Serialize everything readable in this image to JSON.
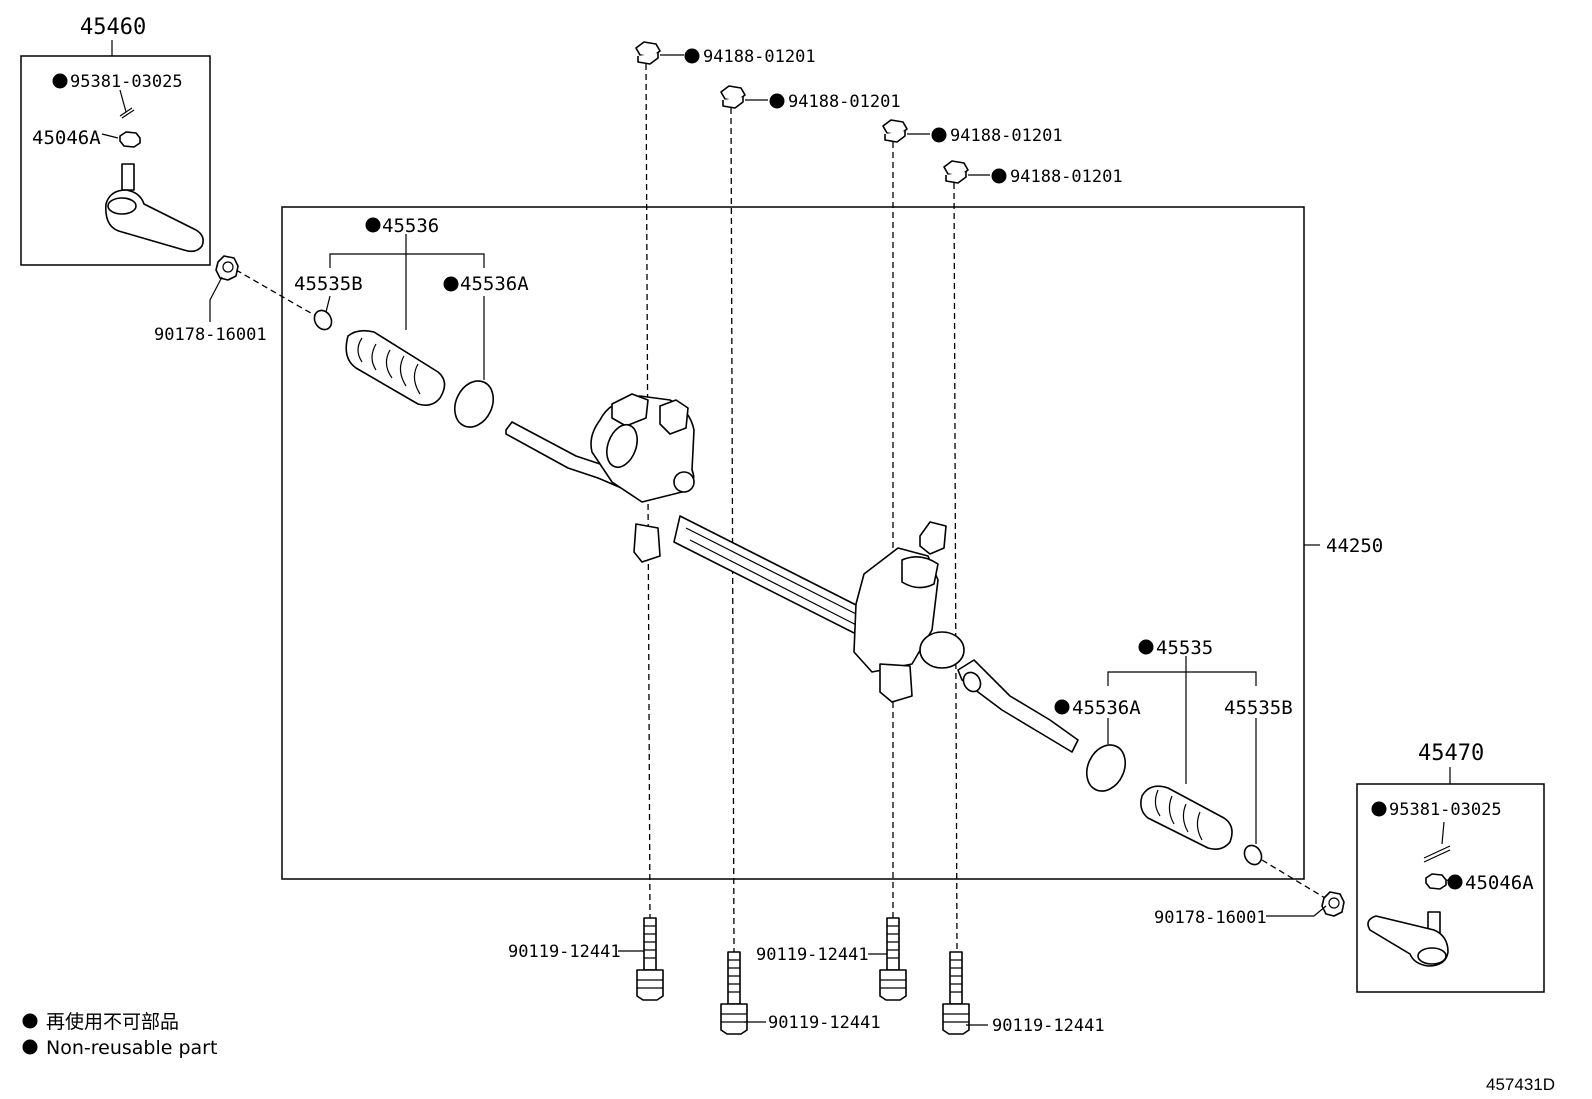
{
  "labels": {
    "tie_end_left": "45460",
    "cotter_pin_left": "95381-03025",
    "nut_left": "45046A",
    "lock_nut_left": "90178-16001",
    "boot_left": "45536",
    "clip_left": "45535B",
    "clamp_left": "45536A",
    "bolt_nut_1": "94188-01201",
    "bolt_nut_2": "94188-01201",
    "bolt_nut_3": "94188-01201",
    "bolt_nut_4": "94188-01201",
    "gear_assy": "44250",
    "boot_right": "45535",
    "clamp_right": "45536A",
    "clip_right": "45535B",
    "tie_end_right": "45470",
    "cotter_pin_right": "95381-03025",
    "nut_right": "45046A",
    "lock_nut_right": "90178-16001",
    "bolt_1": "90119-12441",
    "bolt_2": "90119-12441",
    "bolt_3": "90119-12441",
    "bolt_4": "90119-12441"
  },
  "legend": {
    "line_jp": "再使用不可部品",
    "line_en": "Non-reusable part"
  },
  "diagram_code": "457431D"
}
